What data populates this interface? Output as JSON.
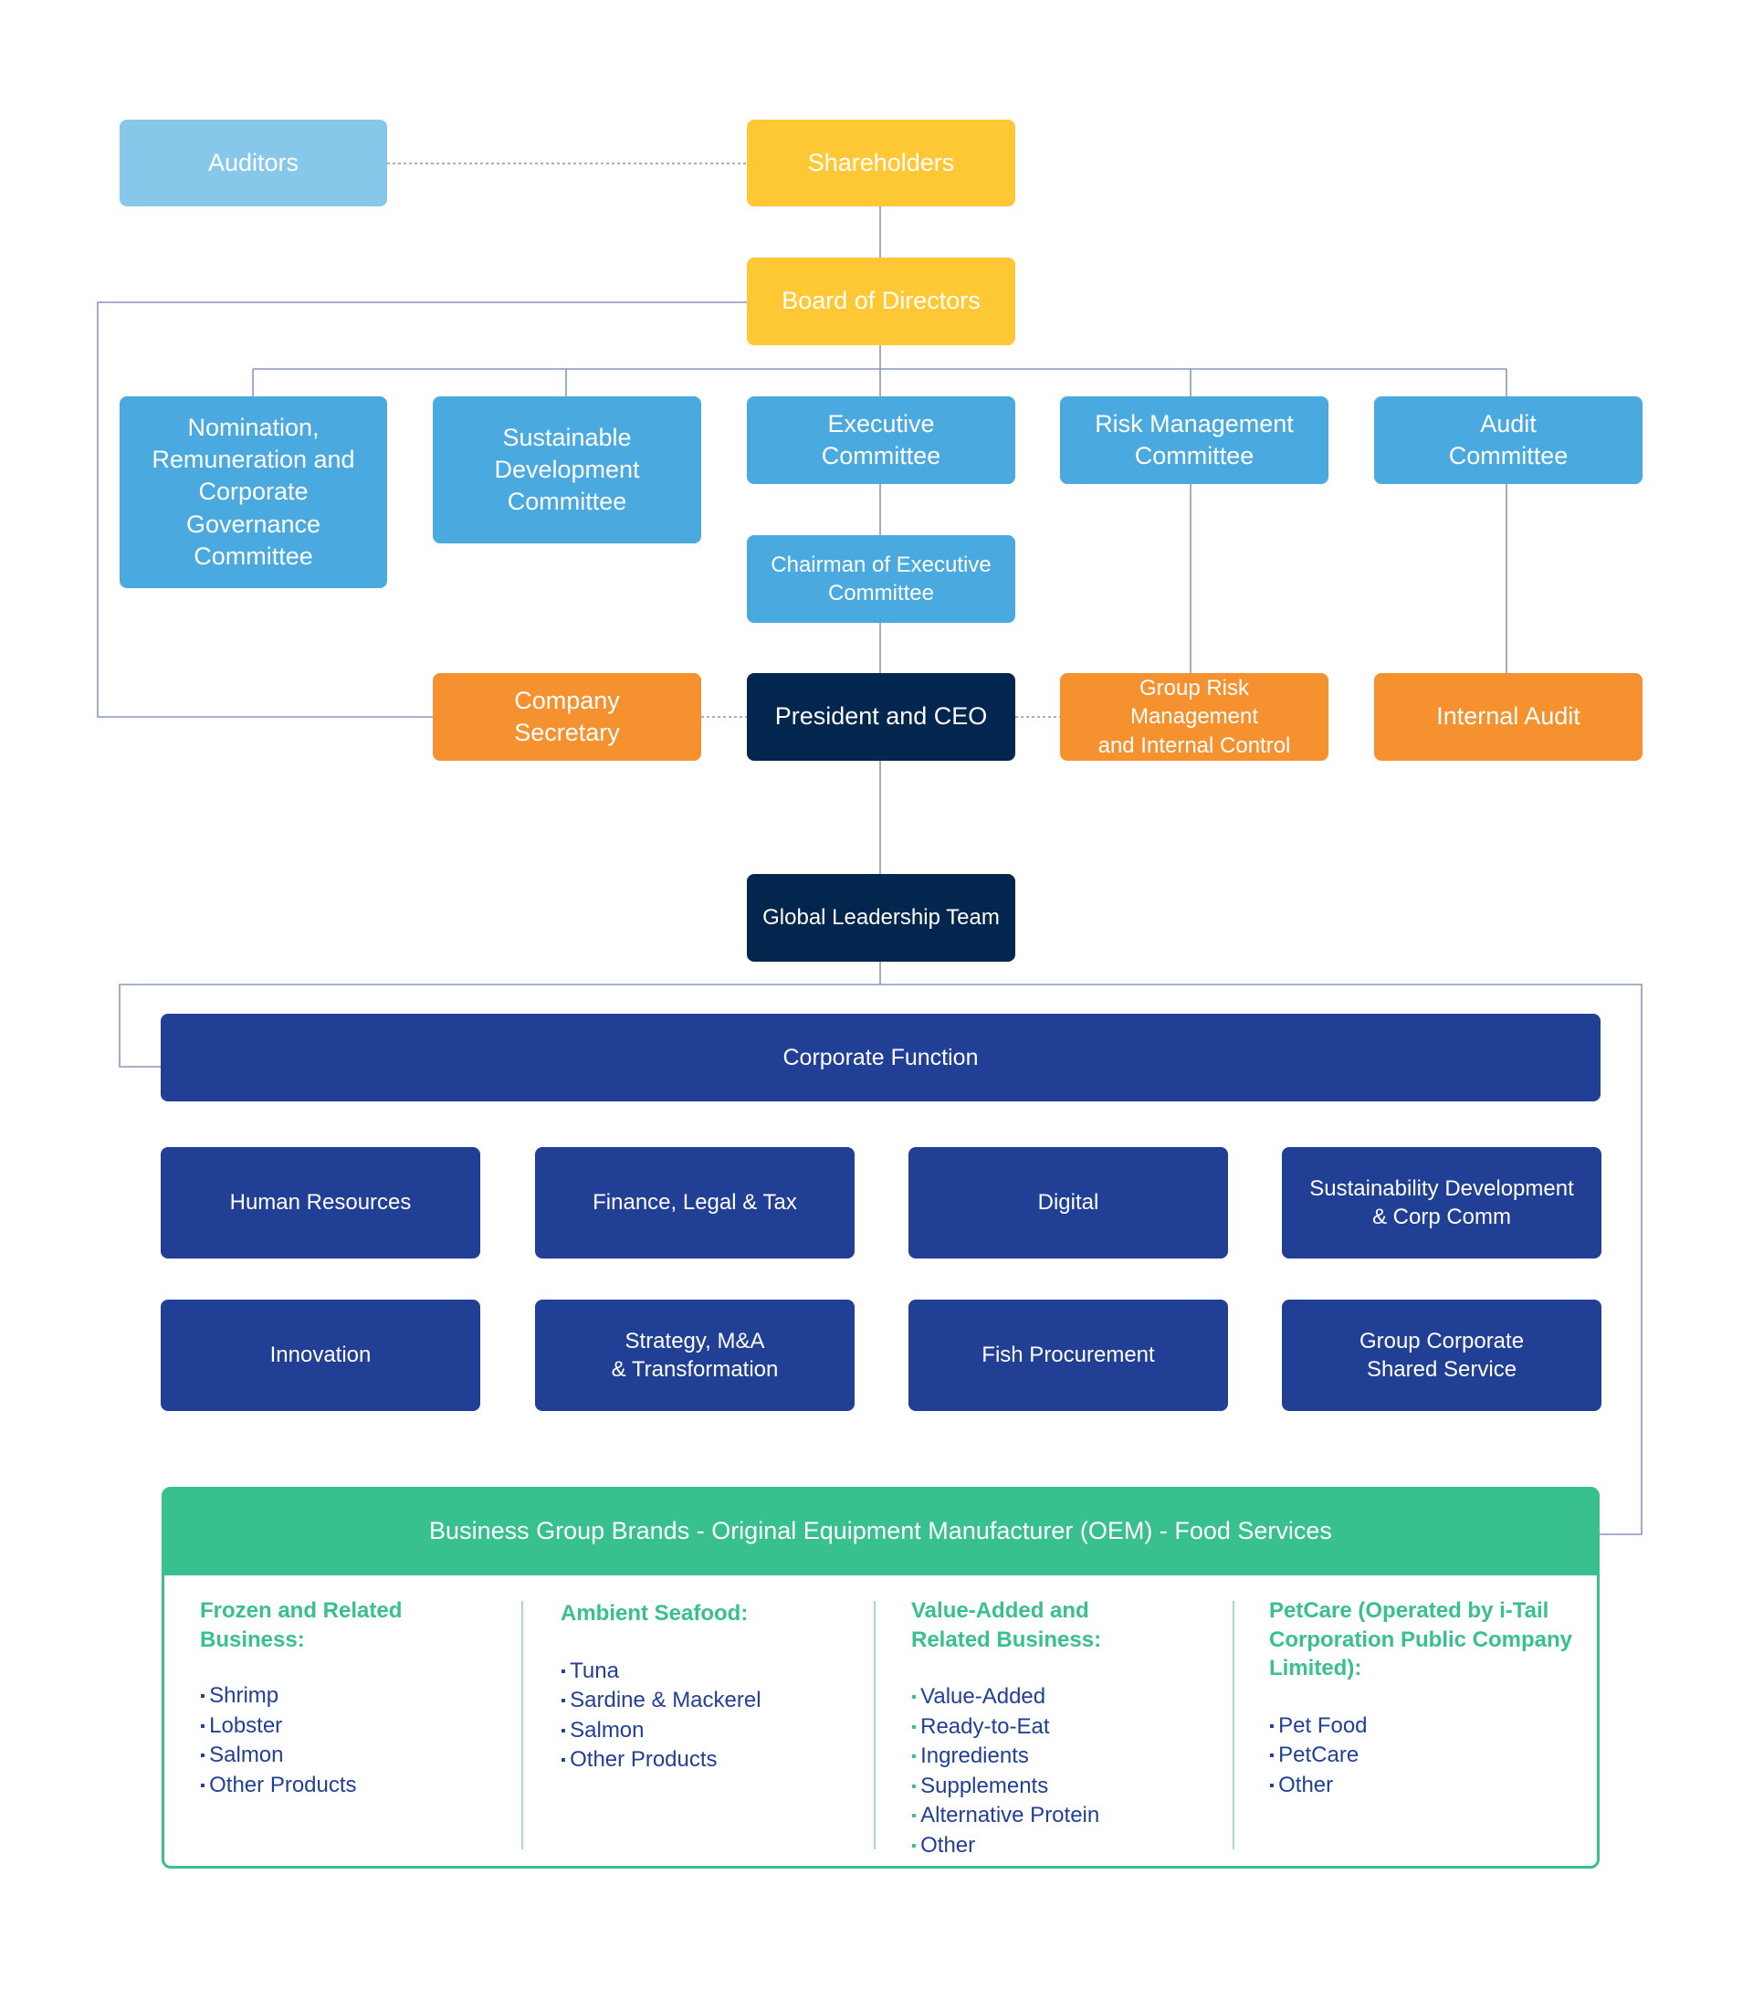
{
  "colors": {
    "light_blue": "#87c8ea",
    "yellow": "#ffc834",
    "blue": "#4aaae0",
    "orange": "#f5922f",
    "navy": "#03264e",
    "royal_blue": "#213f95",
    "green": "#38c08f",
    "connector": "#8a98b8"
  },
  "governance": {
    "auditors": "Auditors",
    "shareholders": "Shareholders",
    "board": "Board of Directors",
    "nomination_committee": "Nomination,\nRemuneration and\nCorporate\nGovernance\nCommittee",
    "sustainable_committee": "Sustainable\nDevelopment\nCommittee",
    "executive_committee": "Executive\nCommittee",
    "risk_committee": "Risk Management\nCommittee",
    "audit_committee": "Audit\nCommittee",
    "chairman_exec": "Chairman of Executive\nCommittee",
    "company_secretary": "Company\nSecretary",
    "ceo": "President and CEO",
    "group_risk": "Group Risk Management\nand Internal Control",
    "internal_audit": "Internal Audit",
    "glt": "Global Leadership Team"
  },
  "corporate_function": {
    "title": "Corporate Function",
    "items": [
      "Human Resources",
      "Finance, Legal & Tax",
      "Digital",
      "Sustainability Development\n& Corp Comm",
      "Innovation",
      "Strategy, M&A\n& Transformation",
      "Fish Procurement",
      "Group Corporate\nShared Service"
    ]
  },
  "business_group": {
    "title": "Business Group Brands - Original Equipment Manufacturer (OEM) - Food Services",
    "columns": [
      {
        "title": "Frozen and Related\nBusiness:",
        "items": [
          "Shrimp",
          "Lobster",
          "Salmon",
          "Other Products"
        ]
      },
      {
        "title": "Ambient Seafood:",
        "items": [
          "Tuna",
          "Sardine & Mackerel",
          "Salmon",
          "Other Products"
        ]
      },
      {
        "title": "Value-Added and\nRelated Business:",
        "items": [
          "Value-Added",
          "Ready-to-Eat",
          "Ingredients",
          "Supplements",
          "Alternative Protein",
          "Other"
        ]
      },
      {
        "title": "PetCare (Operated by i-Tail\nCorporation Public Company\nLimited):",
        "items": [
          "Pet Food",
          "PetCare",
          "Other"
        ]
      }
    ]
  }
}
